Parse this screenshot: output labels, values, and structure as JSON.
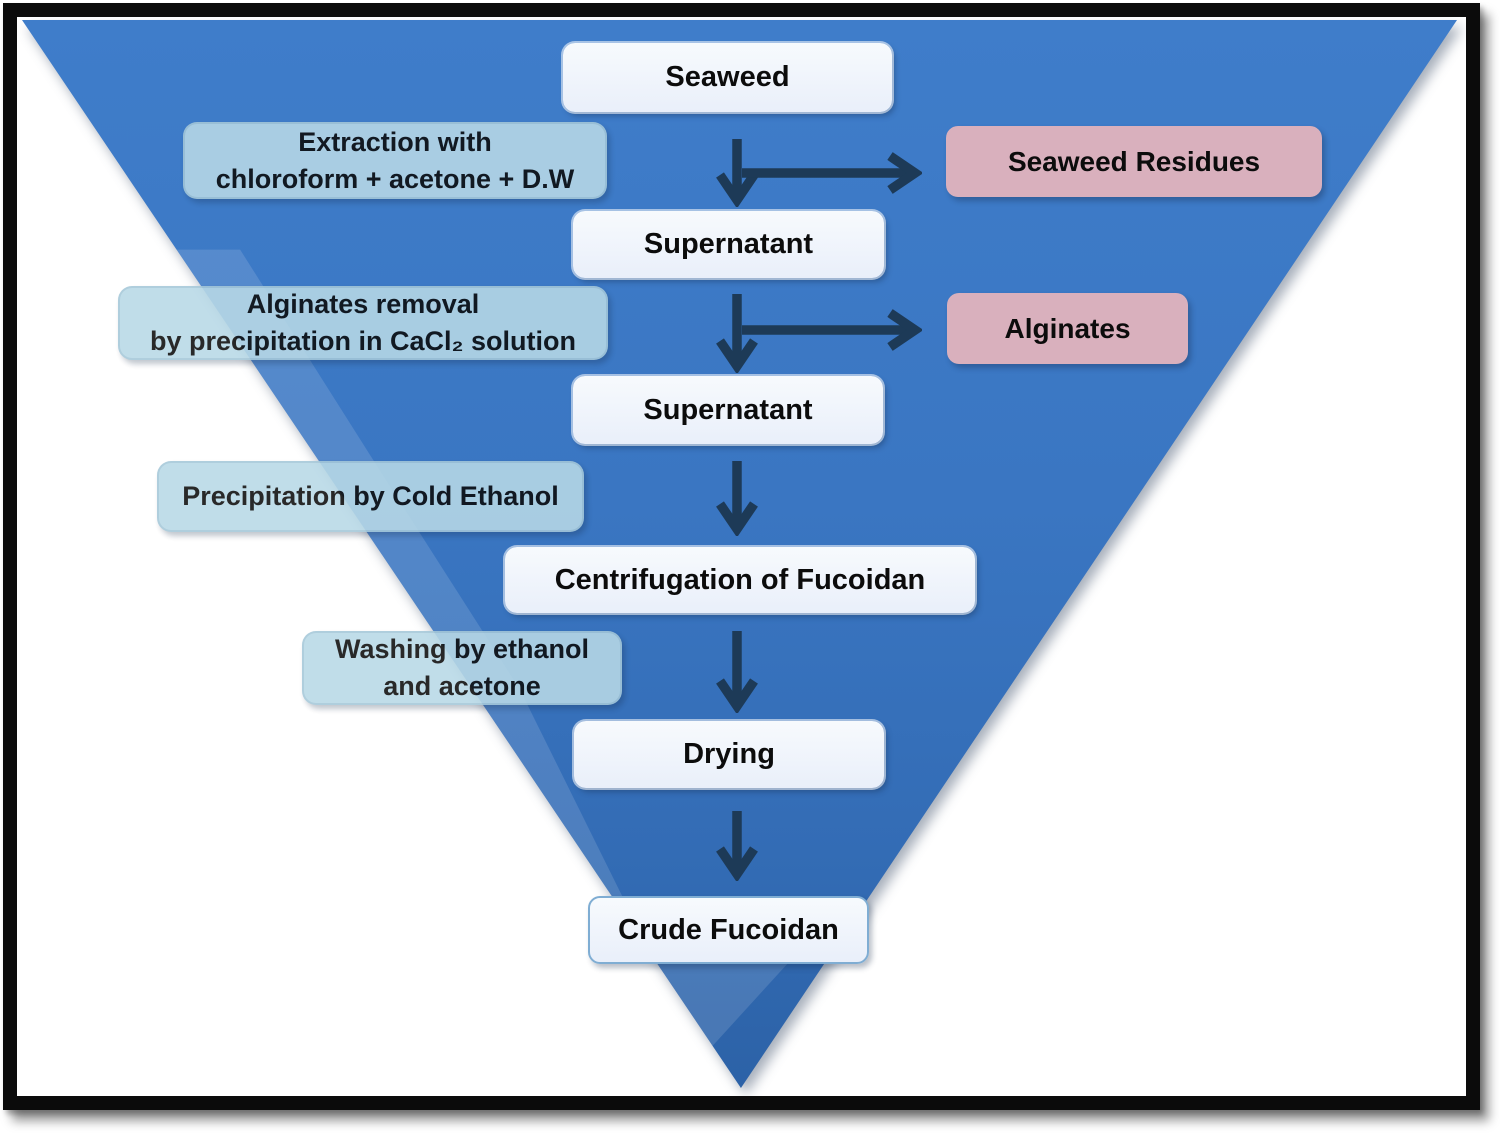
{
  "colors": {
    "frame": "#0b0b0b",
    "arrow": "#1d3a57",
    "triangle_top": "#3f7dca",
    "triangle_mid": "#3a76c2",
    "triangle_bottom": "#2c62a7",
    "node_bg_top": "#f7fafd",
    "node_bg_bottom": "#e9effa",
    "process_bg": "#b8d9e7",
    "byproduct_bg": "#d9b0bd",
    "crude_border": "#7fadd3",
    "text": "#0c0c0c"
  },
  "flow": {
    "nodes": [
      {
        "label": "Seaweed"
      },
      {
        "label": "Supernatant"
      },
      {
        "label": "Supernatant"
      },
      {
        "label": "Centrifugation of Fucoidan"
      },
      {
        "label": "Drying"
      },
      {
        "label": "Crude Fucoidan"
      }
    ],
    "steps": [
      {
        "line1": "Extraction with",
        "line2": "chloroform + acetone + D.W"
      },
      {
        "line1": "Alginates removal",
        "line2": "by precipitation in CaCl₂ solution"
      },
      {
        "line1": "Precipitation by Cold Ethanol"
      },
      {
        "line1": "Washing by ethanol",
        "line2": "and acetone"
      }
    ],
    "byproducts": [
      {
        "label": "Seaweed Residues"
      },
      {
        "label": "Alginates"
      }
    ]
  }
}
